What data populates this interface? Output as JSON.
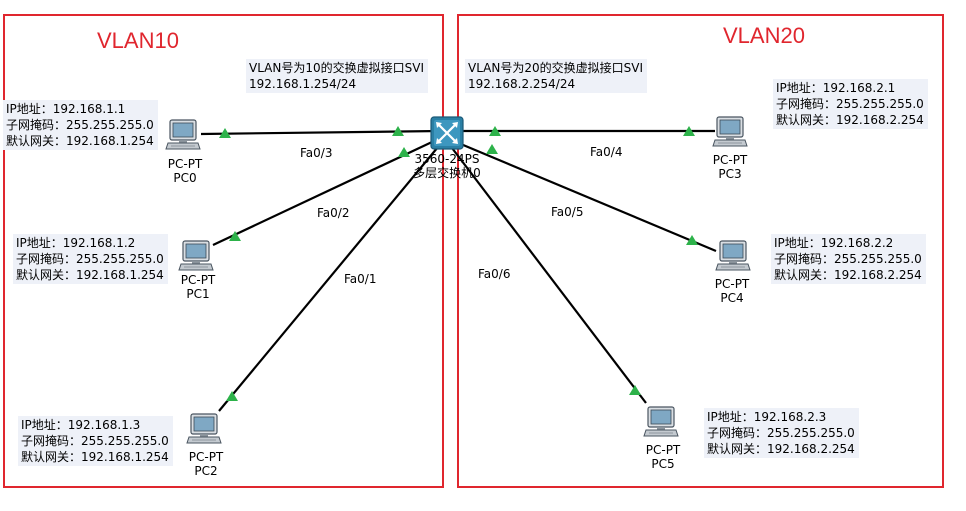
{
  "colors": {
    "vlan_border": "#e0262e",
    "link_up": "#2db24a",
    "cable": "#000000",
    "note_bg": "#eef1f8",
    "switch_body": "#2a7fa4"
  },
  "vlans": [
    {
      "title": "VLAN10"
    },
    {
      "title": "VLAN20"
    }
  ],
  "svi_notes": [
    {
      "line1": "VLAN号为10的交换虚拟接口SVI",
      "line2": "192.168.1.254/24"
    },
    {
      "line1": "VLAN号为20的交换虚拟接口SVI",
      "line2": "192.168.2.254/24"
    }
  ],
  "switch": {
    "model": "3560-24PS",
    "name": "多层交换机0",
    "icon": "multilayer-switch-icon"
  },
  "pcs": [
    {
      "type": "PC-PT",
      "name": "PC0",
      "icon": "pc-icon",
      "ip": "IP地址：192.168.1.1",
      "mask": "子网掩码：255.255.255.0",
      "gw": "默认网关：192.168.1.254"
    },
    {
      "type": "PC-PT",
      "name": "PC1",
      "icon": "pc-icon",
      "ip": "IP地址：192.168.1.2",
      "mask": "子网掩码：255.255.255.0",
      "gw": "默认网关：192.168.1.254"
    },
    {
      "type": "PC-PT",
      "name": "PC2",
      "icon": "pc-icon",
      "ip": "IP地址：192.168.1.3",
      "mask": "子网掩码：255.255.255.0",
      "gw": "默认网关：192.168.1.254"
    },
    {
      "type": "PC-PT",
      "name": "PC3",
      "icon": "pc-icon",
      "ip": "IP地址：192.168.2.1",
      "mask": "子网掩码：255.255.255.0",
      "gw": "默认网关：192.168.2.254"
    },
    {
      "type": "PC-PT",
      "name": "PC4",
      "icon": "pc-icon",
      "ip": "IP地址：192.168.2.2",
      "mask": "子网掩码：255.255.255.0",
      "gw": "默认网关：192.168.2.254"
    },
    {
      "type": "PC-PT",
      "name": "PC5",
      "icon": "pc-icon",
      "ip": "IP地址：192.168.2.3",
      "mask": "子网掩码：255.255.255.0",
      "gw": "默认网关：192.168.2.254"
    }
  ],
  "ports": [
    "Fa0/1",
    "Fa0/2",
    "Fa0/3",
    "Fa0/4",
    "Fa0/5",
    "Fa0/6"
  ]
}
